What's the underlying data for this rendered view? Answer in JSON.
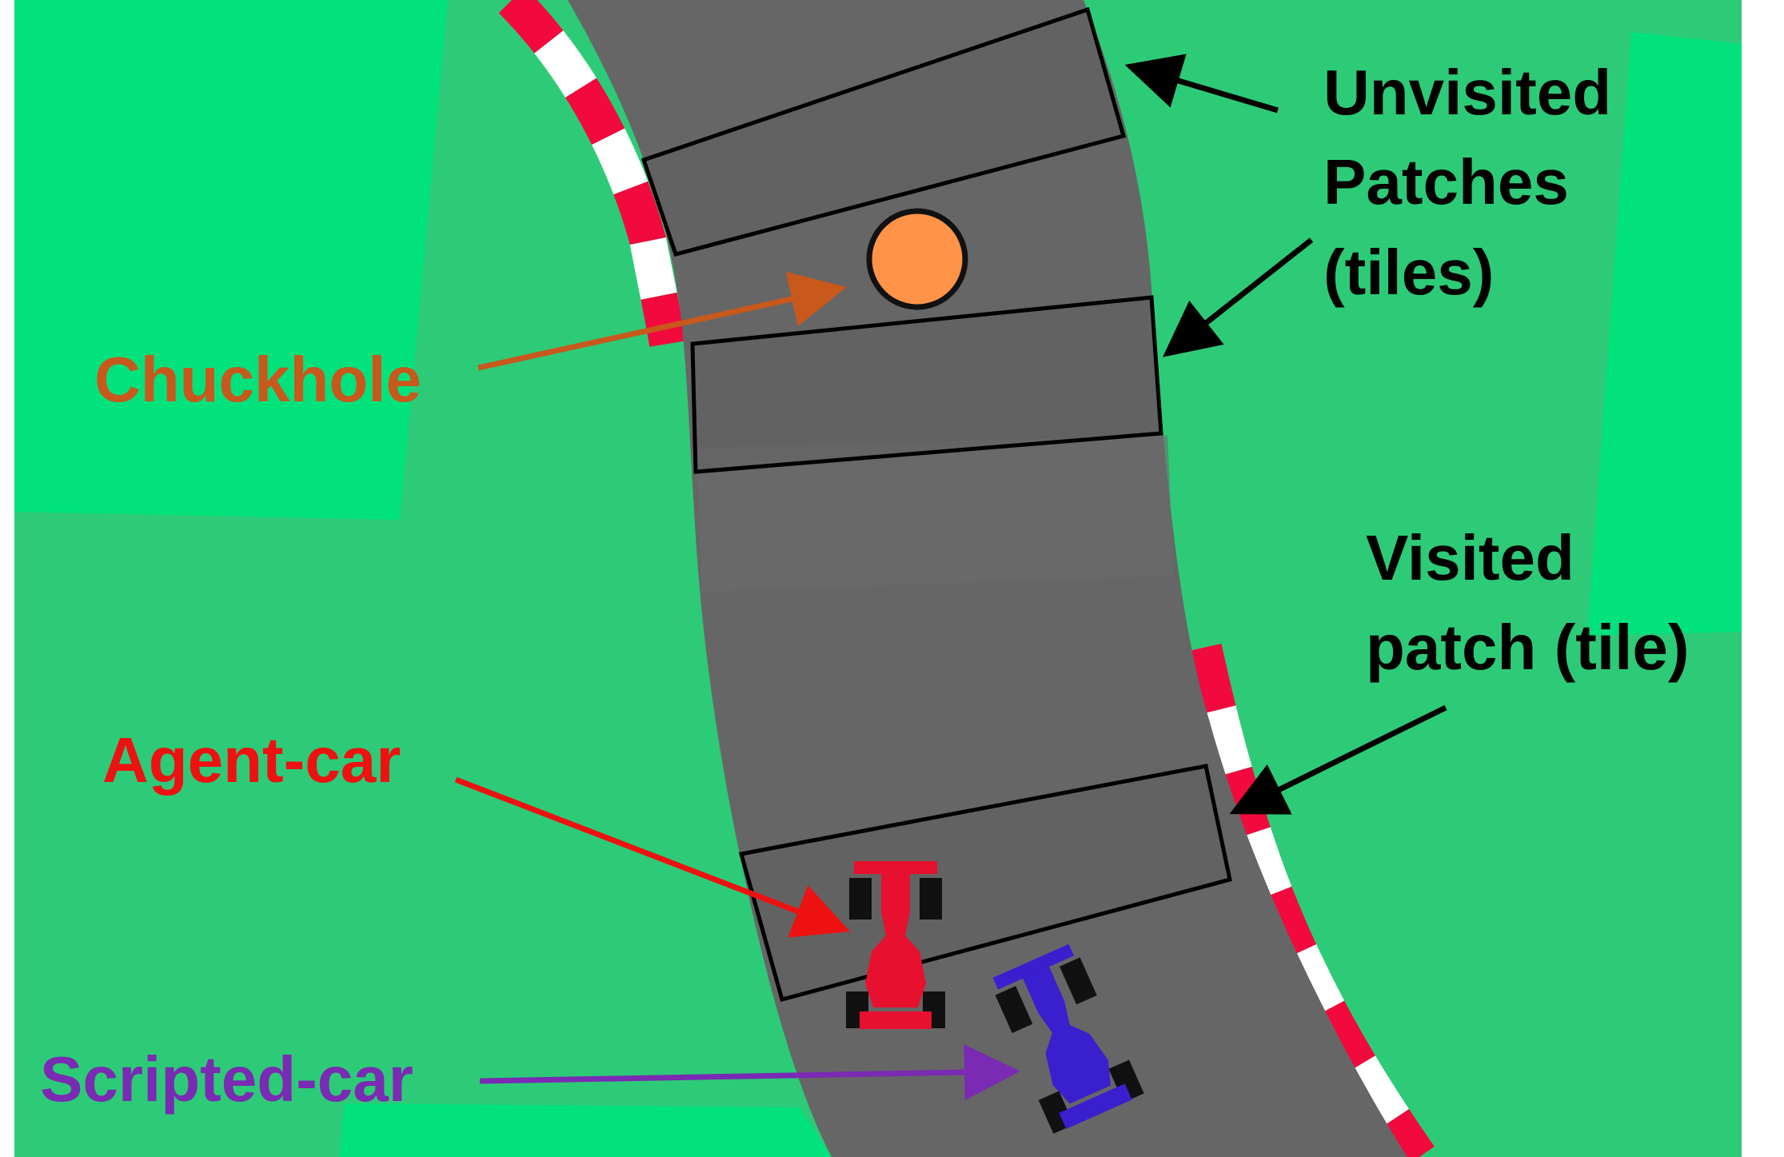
{
  "colors": {
    "background": "#ffffff",
    "grass": "#2dcb78",
    "grass_light": "#02e27c",
    "road": "#666666",
    "road_alt": "#6b6b6b",
    "curb_red": "#f2093d",
    "curb_white": "#ffffff",
    "tile_outline": "#000000",
    "chuckhole_fill": "#ff9449",
    "chuckhole_outline": "#111111",
    "agent_car": "#e7102e",
    "scripted_car": "#3a1fce",
    "tire": "#111111",
    "annotation_black": "#000000",
    "chuckhole_label": "#c8581c",
    "agent_label": "#ee1111",
    "scripted_label": "#7a2ab3"
  },
  "labels": {
    "unvisited_line1": "Unvisited",
    "unvisited_line2": "Patches",
    "unvisited_line3": "(tiles)",
    "visited_line1": "Visited",
    "visited_line2": "patch (tile)",
    "chuckhole": "Chuckhole",
    "agent_car": "Agent-car",
    "scripted_car": "Scripted-car"
  },
  "icons": {
    "chuckhole": "orange-circle",
    "agent_car": "red-formula-car",
    "scripted_car": "blue-formula-car"
  }
}
